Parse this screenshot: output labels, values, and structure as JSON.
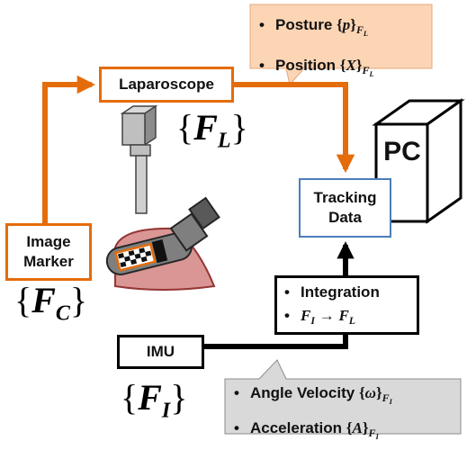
{
  "laparoscope_label": "Laparoscope",
  "tracking_label_line1": "Tracking",
  "tracking_label_line2": "Data",
  "image_marker_line1": "Image",
  "image_marker_line2": "Marker",
  "imu_label": "IMU",
  "pc_label": "PC",
  "top_callout": {
    "item1_text": "Posture",
    "item1_var": "p",
    "item1_sub": "L",
    "item2_text": "Position",
    "item2_var": "X",
    "item2_sub": "L"
  },
  "integration_box": {
    "item1_text": "Integration",
    "item2_from": "I",
    "item2_arrow": "→",
    "item2_to": "L"
  },
  "bottom_callout": {
    "item1_text": "Angle Velocity",
    "item1_var": "ω",
    "item1_sub": "I",
    "item2_text": "Acceleration",
    "item2_var": "A",
    "item2_sub": "I"
  },
  "frame_labels": {
    "laparoscope_frame": "L",
    "camera_frame": "C",
    "imu_frame": "I"
  },
  "colors": {
    "orange_arrow": "#e46c0a",
    "orange_fill": "#fcd5b5",
    "grey_fill": "#d9d9d9",
    "tissue_fill": "#d99694",
    "blue_border": "#4a7ebb"
  }
}
